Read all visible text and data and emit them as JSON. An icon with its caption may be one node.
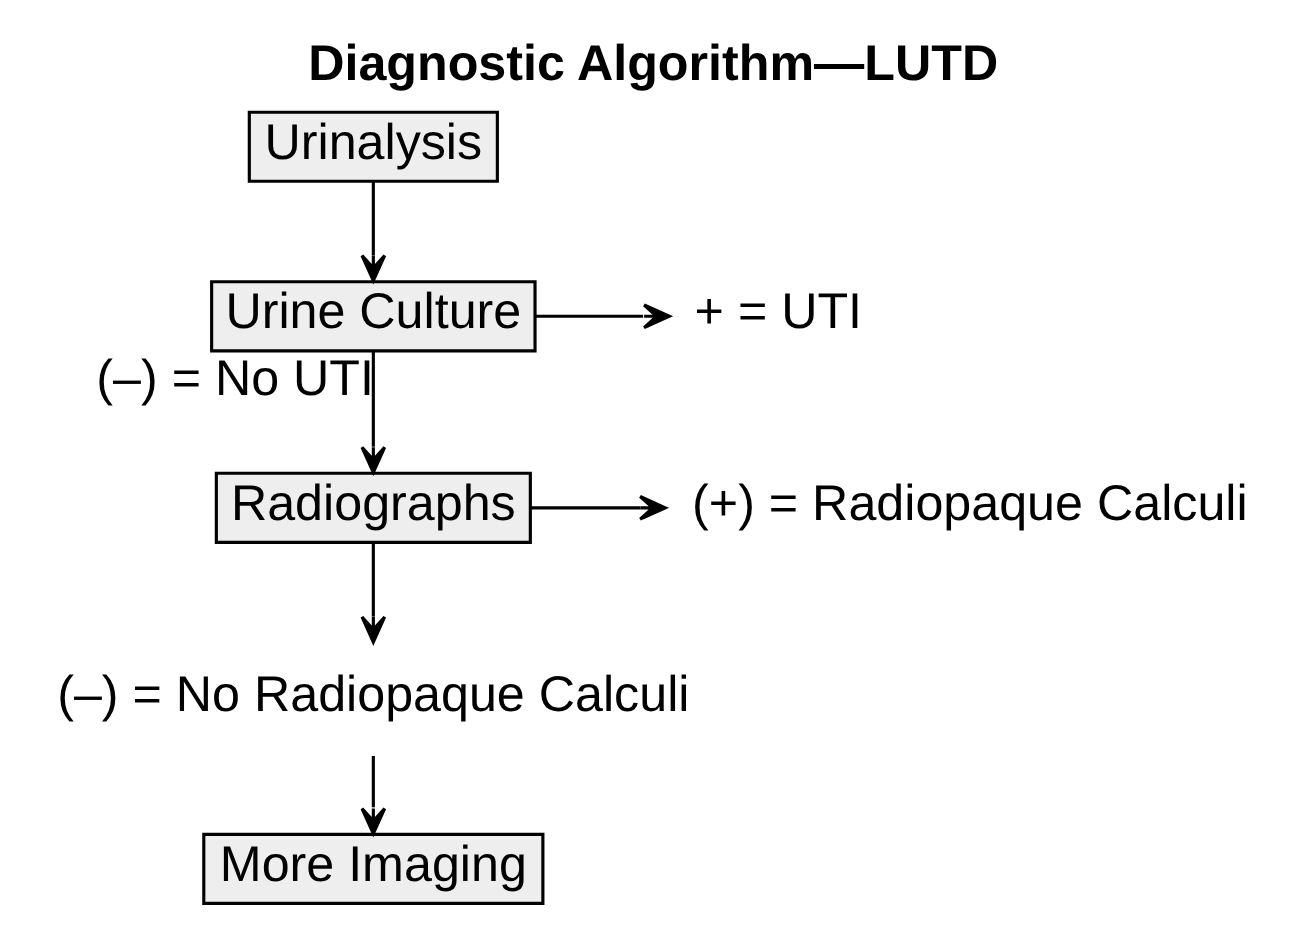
{
  "diagram": {
    "title": "Diagnostic Algorithm—LUTD",
    "nodes": [
      {
        "text": [
          "Urinalysis"
        ]
      },
      {
        "text": [
          "Urine Culture"
        ]
      },
      {
        "text": [
          "+ = UTI"
        ]
      },
      {
        "text": [
          "Radiographs"
        ]
      },
      {
        "text": [
          "(+) = Radiopaque Calculi"
        ]
      },
      {
        "text": [
          "(–) = No Radiopaque Calculi"
        ]
      },
      {
        "text": [
          "More Imaging"
        ]
      }
    ],
    "edges": [
      {
        "from": 0,
        "to": 1,
        "arrow": "to"
      },
      {
        "from": 1,
        "to": 2,
        "arrow": "to"
      },
      {
        "from": 1,
        "to": 3,
        "arrow": "to",
        "label": "(–) = No UTI"
      },
      {
        "from": 3,
        "to": 4,
        "arrow": "to"
      },
      {
        "from": 3,
        "to": 5,
        "arrow": "to"
      },
      {
        "from": 5,
        "to": 6,
        "arrow": "to"
      }
    ]
  }
}
